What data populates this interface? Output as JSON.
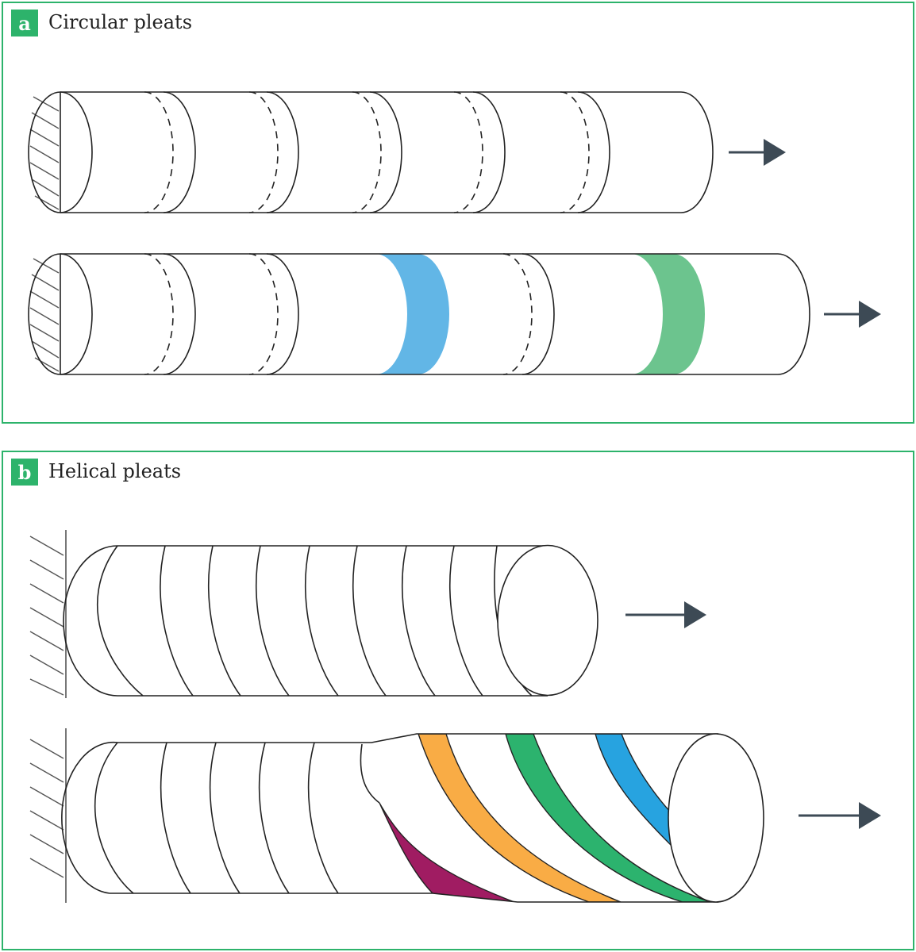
{
  "panels": {
    "a": {
      "letter": "a",
      "title": "Circular pleats"
    },
    "b": {
      "letter": "b",
      "title": "Helical pleats"
    }
  },
  "colors": {
    "frame": "#2db36b",
    "stroke": "#222222",
    "arrow": "#3d4a55",
    "blue_band": "#62b6e6",
    "green_band": "#6cc48e",
    "orange_band": "#f9ac45",
    "green_helix": "#2cb36e",
    "blue_helix": "#27a3e0",
    "magenta_wedge": "#a01c62"
  }
}
